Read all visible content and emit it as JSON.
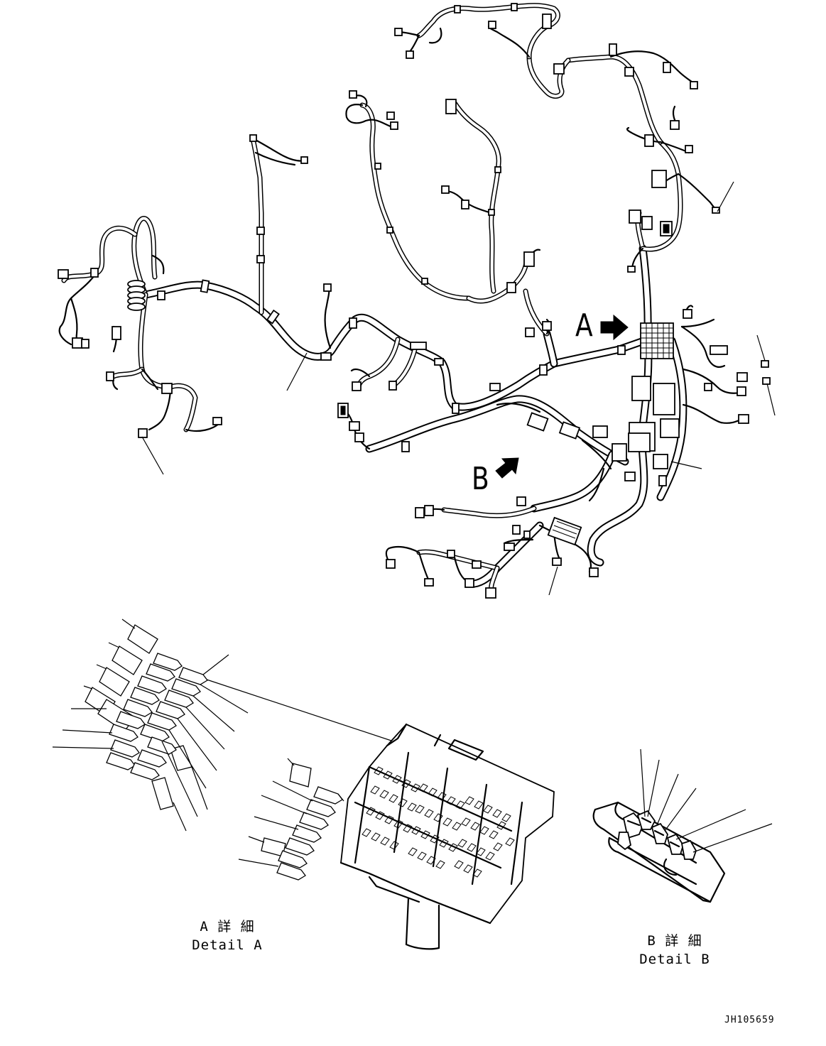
{
  "callouts": {
    "a": "A",
    "b": "B"
  },
  "detail_a": {
    "jp": "A 詳 細",
    "en": "Detail A"
  },
  "detail_b": {
    "jp": "B 詳 細",
    "en": "Detail B"
  },
  "drawing_number": "JH105659",
  "colors": {
    "line": "#000000",
    "background": "#ffffff"
  }
}
